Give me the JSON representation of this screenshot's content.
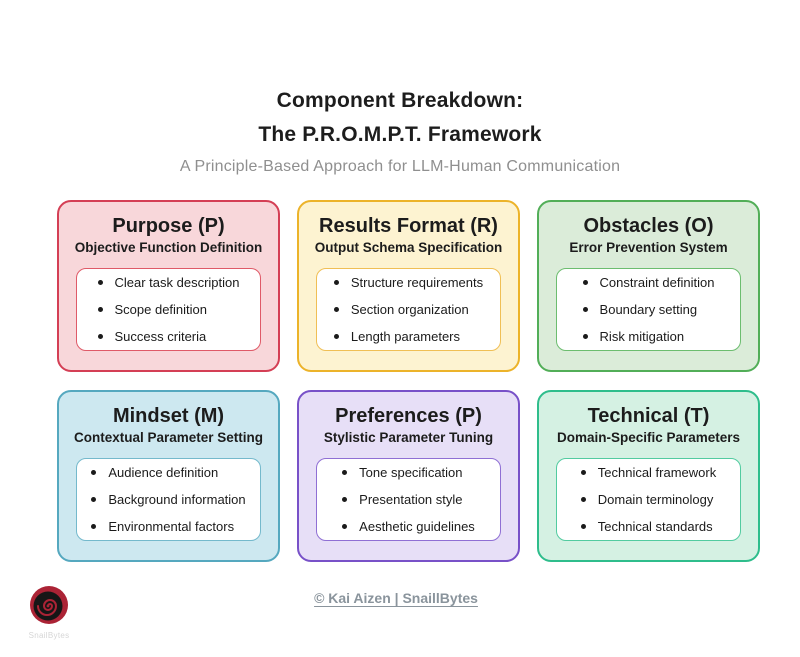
{
  "header": {
    "title_line1": "Component Breakdown:",
    "title_line2": "The P.R.O.M.P.T. Framework",
    "subtitle": "A Principle-Based Approach for LLM-Human Communication"
  },
  "cards": [
    {
      "id": "purpose",
      "title": "Purpose (P)",
      "subtitle": "Objective Function Definition",
      "bullets": [
        "Clear task description",
        "Scope definition",
        "Success criteria"
      ],
      "colors": {
        "border": "#d43f55",
        "background": "#f8d7da",
        "inner_border": "#df5a68"
      }
    },
    {
      "id": "results-format",
      "title": "Results Format (R)",
      "subtitle": "Output Schema Specification",
      "bullets": [
        "Structure requirements",
        "Section organization",
        "Length parameters"
      ],
      "colors": {
        "border": "#ecb32a",
        "background": "#fdf3d1",
        "inner_border": "#f0bf55"
      }
    },
    {
      "id": "obstacles",
      "title": "Obstacles (O)",
      "subtitle": "Error Prevention System",
      "bullets": [
        "Constraint definition",
        "Boundary setting",
        "Risk mitigation"
      ],
      "colors": {
        "border": "#52ae58",
        "background": "#dbecd9",
        "inner_border": "#6cbd6f"
      }
    },
    {
      "id": "mindset",
      "title": "Mindset (M)",
      "subtitle": "Contextual Parameter Setting",
      "bullets": [
        "Audience definition",
        "Background information",
        "Environmental factors"
      ],
      "colors": {
        "border": "#55a8bf",
        "background": "#cde8f0",
        "inner_border": "#74b9cc"
      }
    },
    {
      "id": "preferences",
      "title": "Preferences (P)",
      "subtitle": "Stylistic Parameter Tuning",
      "bullets": [
        "Tone specification",
        "Presentation style",
        "Aesthetic guidelines"
      ],
      "colors": {
        "border": "#7851c8",
        "background": "#e7dff7",
        "inner_border": "#8f6fd4"
      }
    },
    {
      "id": "technical",
      "title": "Technical (T)",
      "subtitle": "Domain-Specific Parameters",
      "bullets": [
        "Technical framework",
        "Domain terminology",
        "Technical standards"
      ],
      "colors": {
        "border": "#2fbd8c",
        "background": "#d5f1e3",
        "inner_border": "#52cba0"
      }
    }
  ],
  "footer": {
    "credit": "© Kai Aizen | SnaillBytes"
  },
  "logo": {
    "label": "SnailBytes",
    "circle_color": "#ab2335",
    "spiral_color": "#161616",
    "label_color": "#d6d6d6"
  }
}
